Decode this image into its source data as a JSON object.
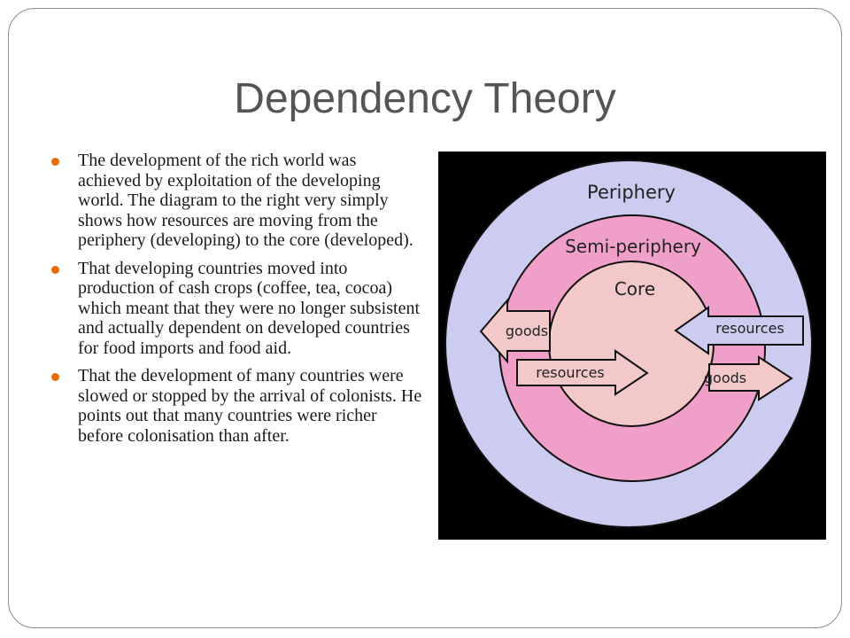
{
  "slide": {
    "title": "Dependency Theory",
    "bullets": [
      "The development of the rich world was achieved by exploitation of the developing world. The diagram to the right very simply shows how resources are moving from the periphery (developing) to the core (developed).",
      "That developing countries moved into production of cash crops (coffee, tea, cocoa) which meant that they were no longer subsistent and actually dependent on developed countries for food imports and food aid.",
      "That the development of many countries were slowed or stopped by the arrival of colonists. He points out that many countries were richer before colonisation than after."
    ]
  },
  "diagram": {
    "outer_label": "Periphery",
    "middle_label": "Semi-periphery",
    "inner_label": "Core",
    "arrows": {
      "left_top": "goods",
      "left_bottom": "resources",
      "right_top": "resources",
      "right_bottom": "goods"
    },
    "colors": {
      "background": "#000000",
      "periphery": "#ccccf0",
      "semi_periphery": "#f0a0c8",
      "core": "#f2c8c8",
      "arrow_fill": "#f2c8c8",
      "right_top_arrow_fill": "#ccccf0",
      "bullet": "#e36c09"
    }
  }
}
